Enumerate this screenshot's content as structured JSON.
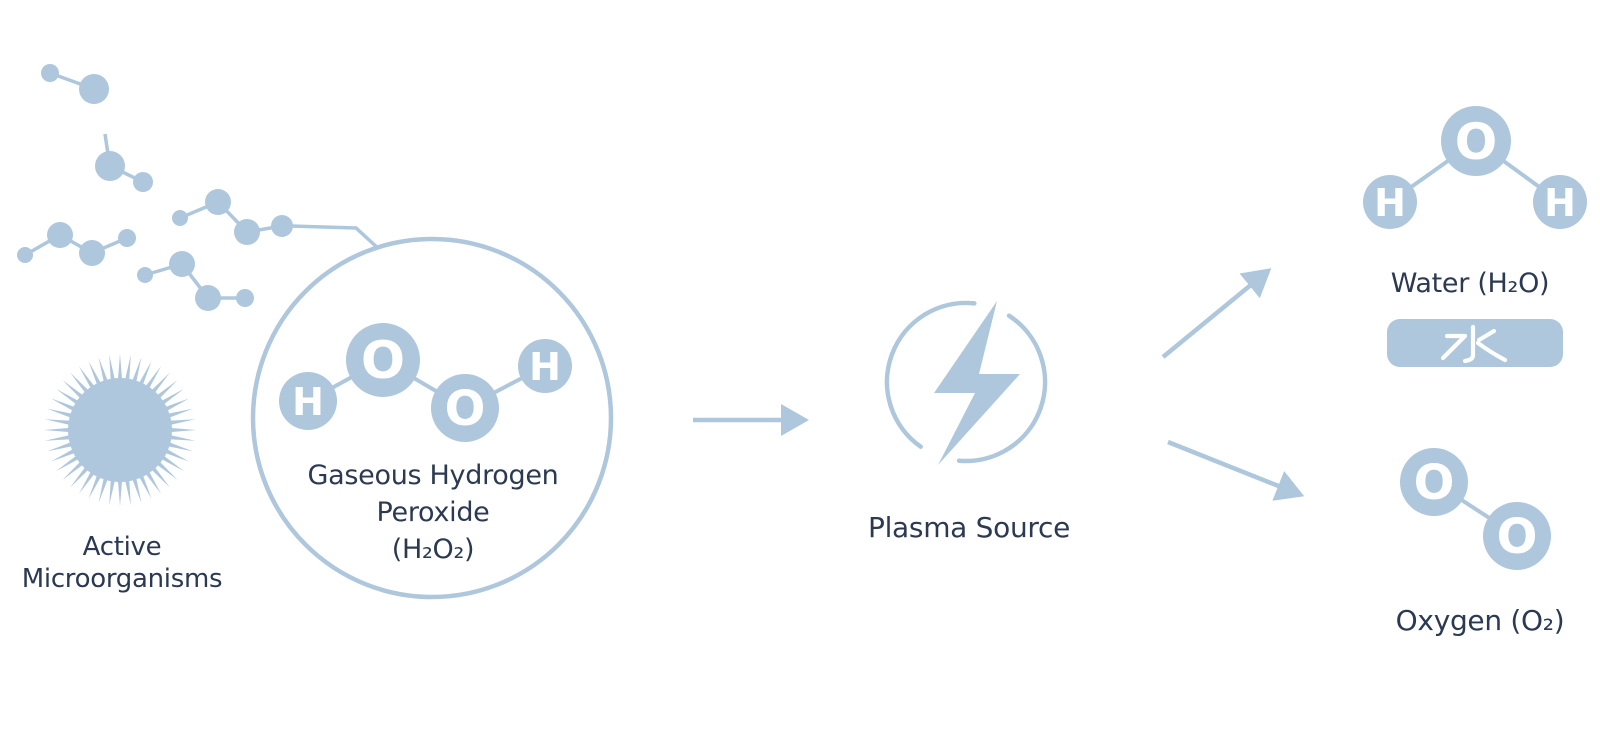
{
  "colors": {
    "accent": "#AEC7DC",
    "ink": "#2B3A52",
    "background": "#FFFFFF"
  },
  "icons": {
    "gas_molecules": "molecule-chain-icon",
    "microorganism": "starburst-icon",
    "plasma": "lightning-bolt-circle-icon",
    "flow": "arrow-icon",
    "water_badge": "rounded-rect-badge"
  },
  "stages": {
    "source": {
      "microorganisms_label": {
        "line1": "Active",
        "line2": "Microorganisms"
      },
      "h2o2": {
        "name_line1": "Gaseous Hydrogen",
        "name_line2": "Peroxide",
        "formula": "(H₂O₂)",
        "atoms": [
          "H",
          "O",
          "O",
          "H"
        ]
      }
    },
    "plasma": {
      "label": "Plasma Source"
    },
    "products": {
      "water": {
        "label": "Water (H₂O)",
        "badge": "水",
        "atoms": [
          "O",
          "H",
          "H"
        ]
      },
      "oxygen": {
        "label": "Oxygen (O₂)",
        "atoms": [
          "O",
          "O"
        ]
      }
    }
  }
}
